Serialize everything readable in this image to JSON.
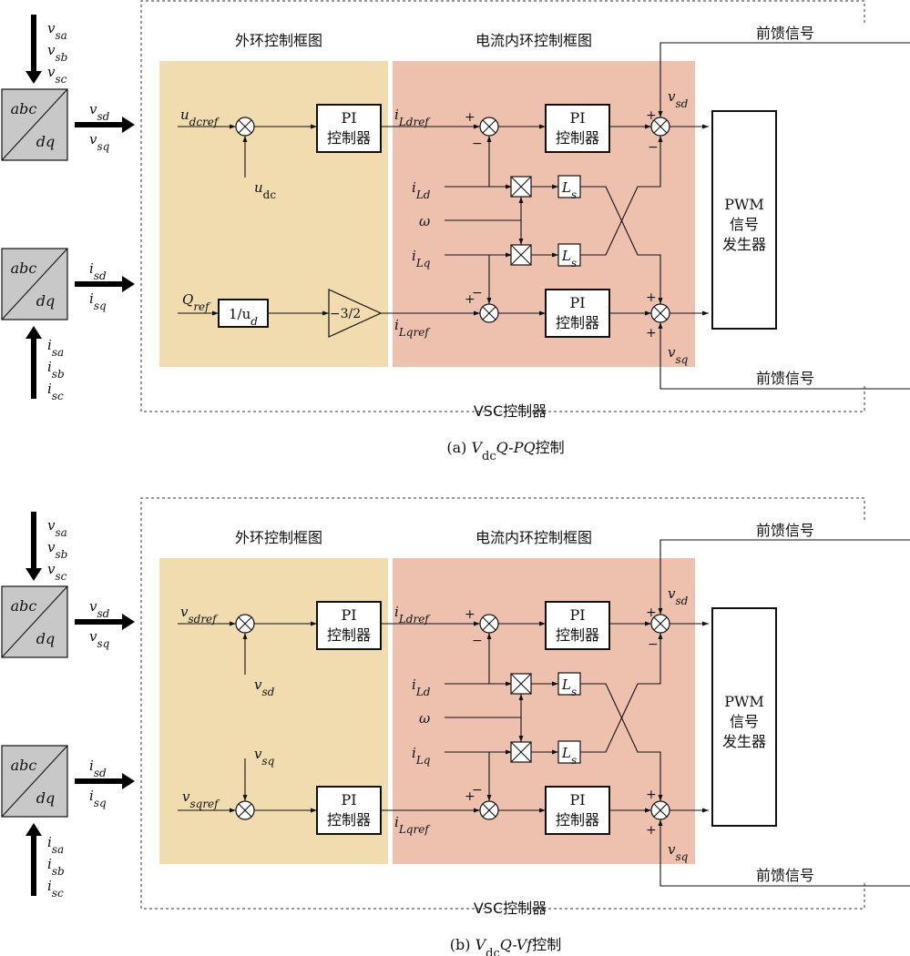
{
  "colors": {
    "outer_panel": "#f0dcae",
    "inner_panel": "#edc1ae",
    "transform_block": "#c8c8c8"
  },
  "panels": [
    {
      "caption_prefix": "(a) ",
      "caption_v": "V",
      "caption_dc": "dc",
      "caption_mode": "Q-PQ",
      "caption_suffix": "控制",
      "outer_title": "外环控制框图",
      "inner_title": "电流内环控制框图",
      "controller_label": "VSC控制器",
      "feedforward_label": "前馈信号",
      "pwm_lines": [
        "PWM",
        "信号",
        "发生器"
      ],
      "pi_top": "PI",
      "pi_bottom": "控制器",
      "transform_top": "abc",
      "transform_bottom": "dq",
      "v_inputs": [
        "sa",
        "sb",
        "sc"
      ],
      "i_inputs": [
        "sa",
        "sb",
        "sc"
      ],
      "v_outputs": [
        "sd",
        "sq"
      ],
      "i_outputs": [
        "sd",
        "sq"
      ],
      "top_ref": {
        "base": "u",
        "sub": "dcref"
      },
      "top_fb": {
        "base": "u",
        "sub": "dc",
        "sub_italic": false
      },
      "bottom_ref": {
        "base": "Q",
        "sub": "ref"
      },
      "bottom_fb": null,
      "bottom_blocks": true,
      "block_inv_u": "1/u",
      "block_inv_u_sub": "d",
      "gain": "−3/2",
      "iLdref": "Ldref",
      "iLqref": "Lqref",
      "iLd": "Ld",
      "iLq": "Lq",
      "omega": "ω",
      "Ls_base": "L",
      "Ls_sub": "s",
      "vsd": "sd",
      "vsq": "sq"
    },
    {
      "caption_prefix": "(b) ",
      "caption_v": "V",
      "caption_dc": "dc",
      "caption_mode": "Q-Vf",
      "caption_suffix": "控制",
      "outer_title": "外环控制框图",
      "inner_title": "电流内环控制框图",
      "controller_label": "VSC控制器",
      "feedforward_label": "前馈信号",
      "pwm_lines": [
        "PWM",
        "信号",
        "发生器"
      ],
      "pi_top": "PI",
      "pi_bottom": "控制器",
      "transform_top": "abc",
      "transform_bottom": "dq",
      "v_inputs": [
        "sa",
        "sb",
        "sc"
      ],
      "i_inputs": [
        "sa",
        "sb",
        "sc"
      ],
      "v_outputs": [
        "sd",
        "sq"
      ],
      "i_outputs": [
        "sd",
        "sq"
      ],
      "top_ref": {
        "base": "v",
        "sub": "sdref"
      },
      "top_fb": {
        "base": "v",
        "sub": "sd",
        "sub_italic": true
      },
      "bottom_ref": {
        "base": "v",
        "sub": "sqref"
      },
      "bottom_fb": {
        "base": "v",
        "sub": "sq"
      },
      "bottom_blocks": false,
      "block_inv_u": "",
      "block_inv_u_sub": "",
      "gain": "",
      "iLdref": "Ldref",
      "iLqref": "Lqref",
      "iLd": "Ld",
      "iLq": "Lq",
      "omega": "ω",
      "Ls_base": "L",
      "Ls_sub": "s",
      "vsd": "sd",
      "vsq": "sq"
    }
  ]
}
